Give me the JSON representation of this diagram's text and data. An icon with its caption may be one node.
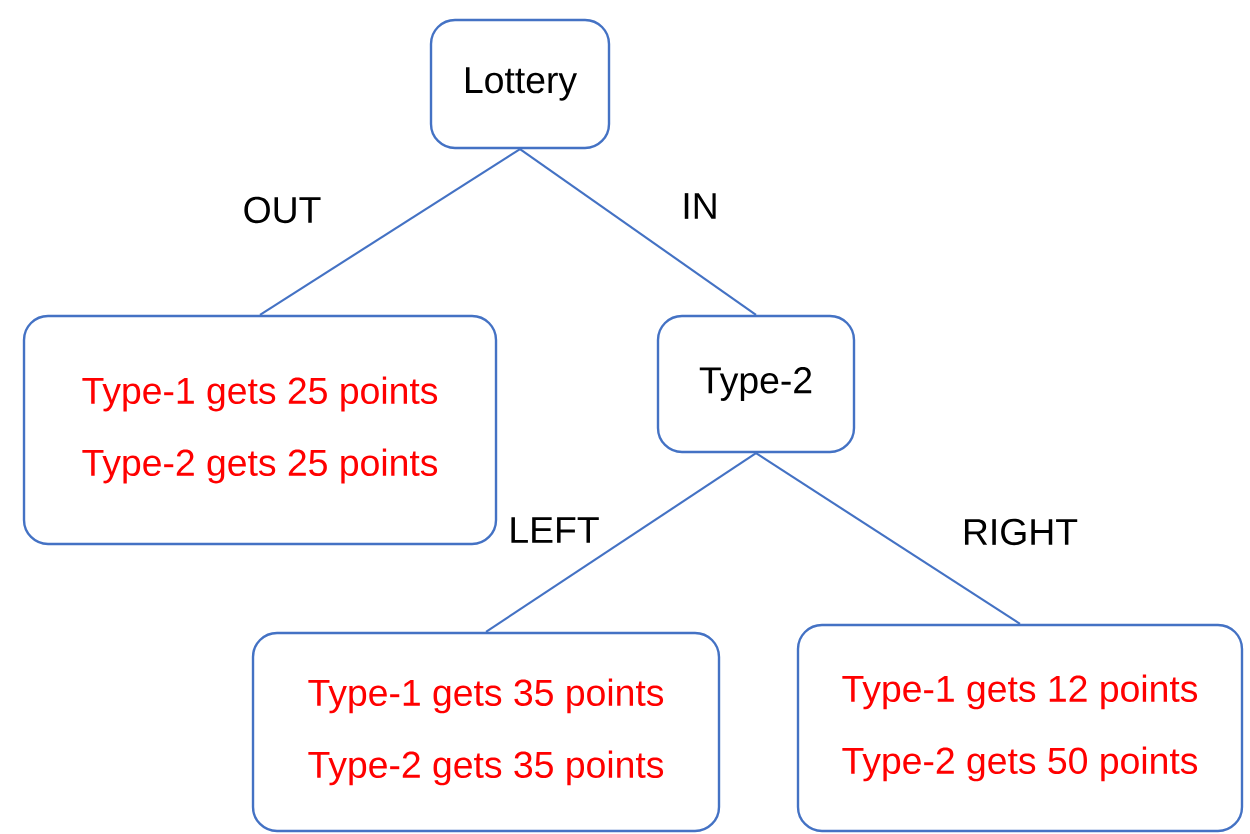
{
  "diagram": {
    "nodes": [
      {
        "text": [
          "Lottery"
        ]
      },
      {
        "text": [
          "Type-1 gets 25 points",
          "Type-2 gets 25 points"
        ]
      },
      {
        "text": [
          "Type-2"
        ]
      },
      {
        "text": [
          "Type-1 gets 35 points",
          "Type-2 gets 35 points"
        ]
      },
      {
        "text": [
          "Type-1 gets 12 points",
          "Type-2 gets 50 points"
        ]
      }
    ],
    "edges": [
      {
        "from": 0,
        "to": 1,
        "arrow": "none",
        "label": "OUT"
      },
      {
        "from": 0,
        "to": 2,
        "arrow": "none",
        "label": "IN"
      },
      {
        "from": 2,
        "to": 3,
        "arrow": "none",
        "label": "LEFT"
      },
      {
        "from": 2,
        "to": 4,
        "arrow": "none",
        "label": "RIGHT"
      }
    ]
  }
}
